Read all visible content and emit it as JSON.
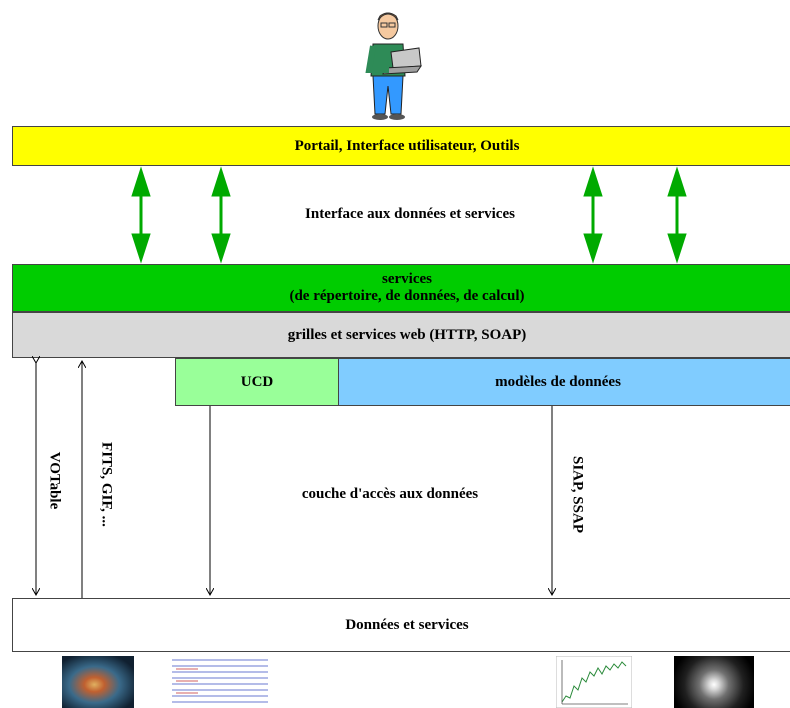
{
  "layers": {
    "portal": "Portail, Interface utilisateur, Outils",
    "interface": "Interface aux données et services",
    "services_line1": "services",
    "services_line2": "(de répertoire, de données, de calcul)",
    "grids": "grilles et services web (HTTP, SOAP)",
    "ucd": "UCD",
    "models": "modèles de données",
    "access": "couche d'accès aux données",
    "data": "Données et services"
  },
  "vertical_labels": {
    "votable": "VOTable",
    "fits": "FITS, GIF, ...",
    "siap": "SIAP, SSAP"
  },
  "icons": [
    "user-with-laptop-icon",
    "nebula-image-icon",
    "data-table-image-icon",
    "spectrum-plot-image-icon",
    "galaxy-image-icon"
  ],
  "colors": {
    "portal": "#ffff00",
    "services": "#00cc00",
    "grids": "#d9d9d9",
    "ucd": "#99ff99",
    "models": "#80ccff",
    "arrows": "#00aa00"
  }
}
